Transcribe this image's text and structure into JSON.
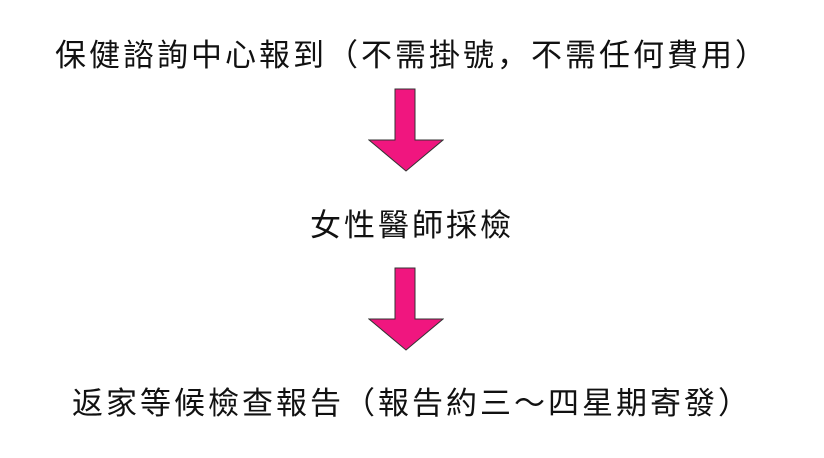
{
  "steps": [
    "保健諮詢中心報到（不需掛號，不需任何費用）",
    "女性醫師採檢",
    "返家等候檢查報告（報告約三～四星期寄發）"
  ],
  "arrow_color": "#f0167f"
}
